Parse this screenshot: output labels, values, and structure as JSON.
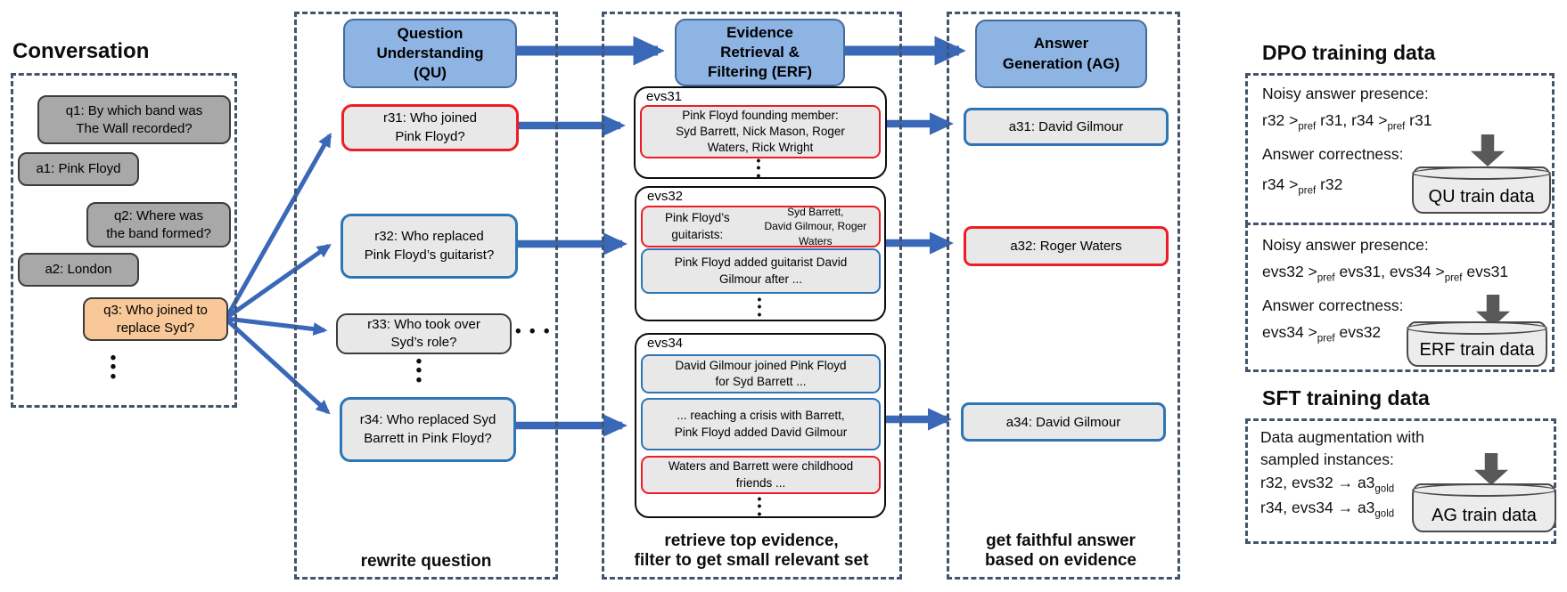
{
  "colors": {
    "arrow_blue": "#3a68b8",
    "header_fill": "#8eb4e4",
    "red_border": "#ee1c25",
    "blue_border": "#2e75b6",
    "current_turn_orange": "#f8c898",
    "bubble_gray": "#a8a8a8",
    "dash_border": "#44546a"
  },
  "dots": {
    "v": "•\n•\n•",
    "h": "• • •"
  },
  "conversation": {
    "title": "Conversation",
    "messages": [
      {
        "text": "q1: By which band was\nThe Wall recorded?"
      },
      {
        "text": "a1: Pink Floyd"
      },
      {
        "text": "q2: Where was\nthe band formed?"
      },
      {
        "text": "a2: London"
      },
      {
        "text": "q3: Who joined to\nreplace Syd?"
      }
    ]
  },
  "qu": {
    "header": "Question\nUnderstanding\n(QU)",
    "rewrites": [
      {
        "text": "r31: Who joined\nPink Floyd?"
      },
      {
        "text": "r32: Who replaced\nPink Floyd’s guitarist?"
      },
      {
        "text": "r33: Who took over\nSyd’s role?"
      },
      {
        "text": "r34: Who replaced Syd\nBarrett in Pink Floyd?"
      }
    ],
    "caption": "rewrite question"
  },
  "erf": {
    "header": "Evidence\nRetrieval &\nFiltering (ERF)",
    "groups": [
      {
        "label": "evs31",
        "items": [
          {
            "parts": [
              {
                "text": "Pink Floyd founding member:\nSyd Barrett, Nick Mason, Roger\nWaters, Rick Wright"
              }
            ]
          }
        ]
      },
      {
        "label": "evs32",
        "items": [
          {
            "parts": [
              {
                "text": "Pink Floyd’s guitarists: "
              },
              {
                "text": "Syd Barrett,\nDavid Gilmour, Roger Waters",
                "cls": "t-sm"
              }
            ]
          },
          {
            "parts": [
              {
                "text": "Pink Floyd added guitarist David\nGilmour after ..."
              }
            ]
          }
        ]
      },
      {
        "label": "evs34",
        "items": [
          {
            "parts": [
              {
                "text": "David Gilmour joined Pink Floyd\nfor Syd Barrett ..."
              }
            ]
          },
          {
            "parts": [
              {
                "text": "... reaching a crisis with Barrett,\nPink Floyd added David Gilmour"
              }
            ]
          },
          {
            "parts": [
              {
                "text": "Waters and Barrett were childhood\nfriends ..."
              }
            ]
          }
        ]
      }
    ],
    "caption": "retrieve top evidence,\nfilter to get small relevant set"
  },
  "ag": {
    "header": "Answer\nGeneration (AG)",
    "answers": [
      {
        "text": "a31: David Gilmour"
      },
      {
        "text": "a32: Roger Waters"
      },
      {
        "text": "a34: David Gilmour"
      }
    ],
    "caption": "get faithful answer\nbased on evidence"
  },
  "dpo": {
    "title": "DPO training data",
    "boxes": [
      {
        "lines": [
          {
            "parts": [
              {
                "text": "Noisy answer presence:"
              }
            ]
          },
          {
            "parts": [
              {
                "text": "r32 >"
              },
              {
                "sub": "pref"
              },
              {
                "text": " r31, r34 >"
              },
              {
                "sub": "pref"
              },
              {
                "text": " r31"
              }
            ]
          },
          {
            "parts": [
              {
                "text": "Answer correctness:"
              }
            ]
          },
          {
            "parts": [
              {
                "text": "r34 >"
              },
              {
                "sub": "pref"
              },
              {
                "text": " r32"
              }
            ]
          }
        ],
        "db": "QU train data"
      },
      {
        "lines": [
          {
            "parts": [
              {
                "text": "Noisy answer presence:"
              }
            ]
          },
          {
            "parts": [
              {
                "text": "evs32 >"
              },
              {
                "sub": "pref"
              },
              {
                "text": " evs31, evs34 >"
              },
              {
                "sub": "pref"
              },
              {
                "text": " evs31"
              }
            ]
          },
          {
            "parts": [
              {
                "text": "Answer correctness:"
              }
            ]
          },
          {
            "parts": [
              {
                "text": "evs34 >"
              },
              {
                "sub": "pref"
              },
              {
                "text": " evs32"
              }
            ]
          }
        ],
        "db": "ERF train data"
      }
    ]
  },
  "sft": {
    "title": "SFT training data",
    "box": {
      "lines": [
        {
          "parts": [
            {
              "text": "Data augmentation with"
            }
          ]
        },
        {
          "parts": [
            {
              "text": "sampled instances:"
            }
          ]
        },
        {
          "parts": [
            {
              "text": "r32, evs32 → a3"
            },
            {
              "sub": "gold"
            }
          ]
        },
        {
          "parts": [
            {
              "text": "r34, evs34 → a3"
            },
            {
              "sub": "gold"
            }
          ]
        }
      ],
      "db": "AG train data"
    }
  }
}
